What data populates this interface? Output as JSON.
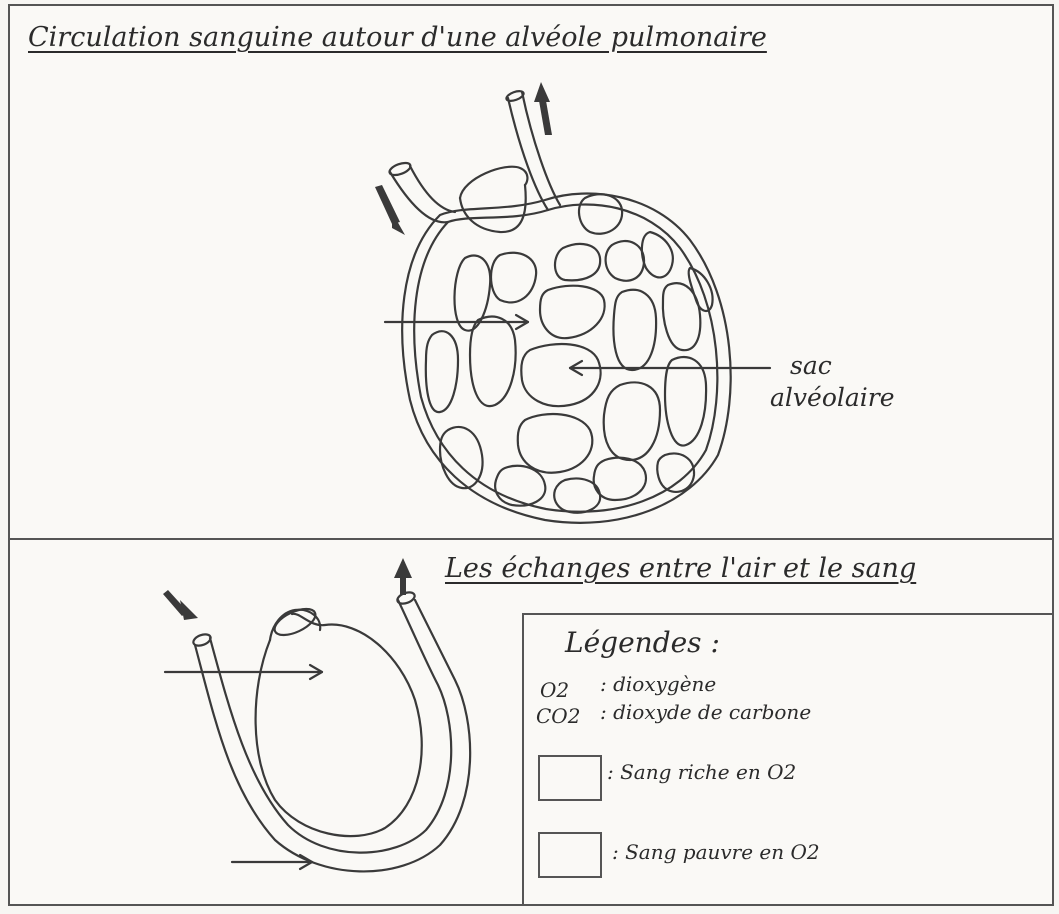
{
  "titles": {
    "top": "Circulation sanguine autour d'une alvéole pulmonaire",
    "bottom": "Les échanges entre l'air et le sang"
  },
  "labels": {
    "sac_line1": "sac",
    "sac_line2": "alvéolaire"
  },
  "legend": {
    "title": "Légendes :",
    "o2_symbol": "O2",
    "o2_text": ": dioxygène",
    "co2_symbol": "CO2",
    "co2_text": ": dioxyde de carbone",
    "rich_text": ": Sang riche en O2",
    "poor_text": ": Sang pauvre en O2"
  }
}
